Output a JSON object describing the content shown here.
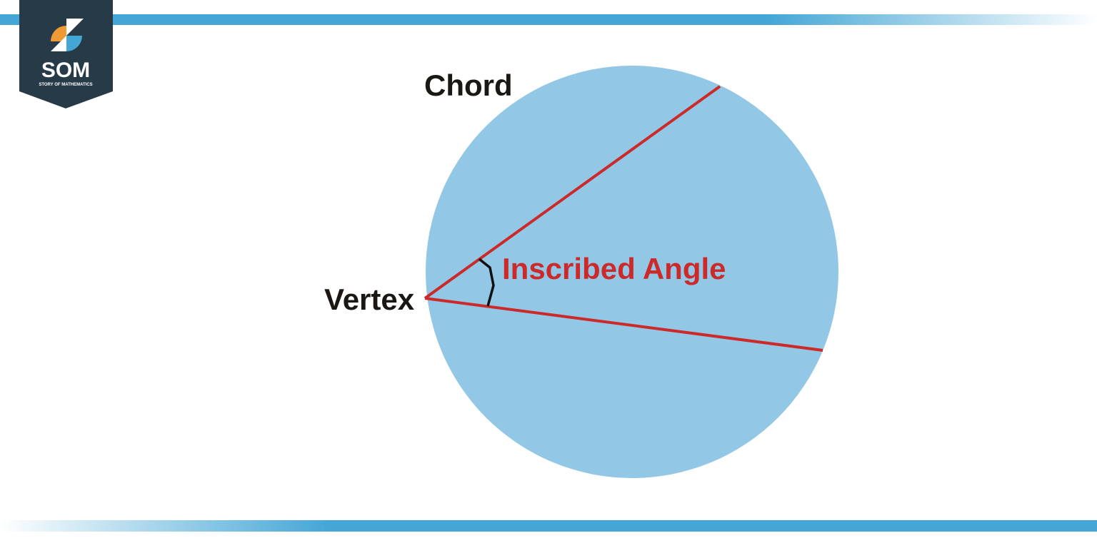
{
  "logo": {
    "text": "SOM",
    "subtitle": "STORY OF MATHEMATICS"
  },
  "labels": {
    "chord": "Chord",
    "vertex": "Vertex",
    "angle": "Inscribed Angle"
  },
  "colors": {
    "circle": "#92c8e6",
    "chord": "#cc2a2a",
    "stripe": "#44a6d5",
    "logo_bg": "#263a47",
    "label": "#1a1714",
    "angle_label": "#cc2a2a"
  }
}
